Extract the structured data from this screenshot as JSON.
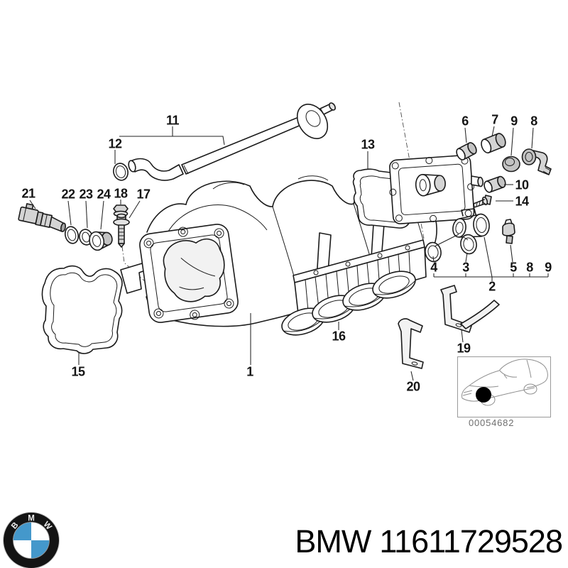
{
  "page": {
    "background": "#ffffff"
  },
  "diagram": {
    "callouts": {
      "c1": "1",
      "c2": "2",
      "c3": "3",
      "c4": "4",
      "c5": "5",
      "c6": "6",
      "c7": "7",
      "c8": "8",
      "c8b": "8",
      "c9": "9",
      "c9b": "9",
      "c10": "10",
      "c11": "11",
      "c12": "12",
      "c13": "13",
      "c14": "14",
      "c15": "15",
      "c16": "16",
      "c17": "17",
      "c18": "18",
      "c19": "19",
      "c20": "20",
      "c21": "21",
      "c22": "22",
      "c23": "23",
      "c24": "24"
    },
    "inset_code": "00054682"
  },
  "logo": {
    "letters": [
      "B",
      "M",
      "W"
    ]
  },
  "footer": {
    "brand": "BMW",
    "part_number": "11611729528"
  },
  "colors": {
    "line": "#1b1b1b",
    "bmw_blue": "#4498cb",
    "inset_line": "#8f8f8f",
    "code_text": "#6e6e6e"
  }
}
